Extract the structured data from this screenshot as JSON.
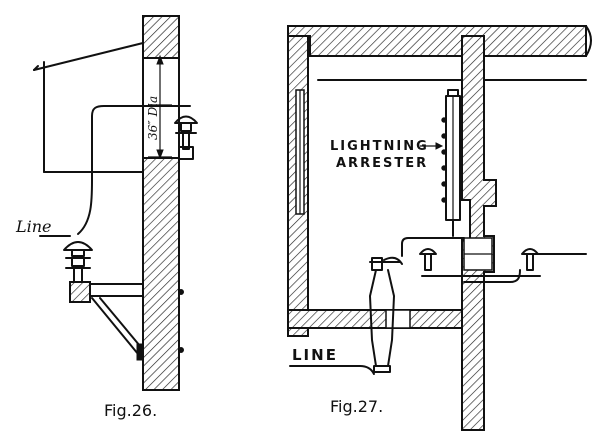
{
  "figures": {
    "fig26": {
      "caption": "Fig.26.",
      "line_label": "Line",
      "dimension_label": "36″ Dia"
    },
    "fig27": {
      "caption": "Fig.27.",
      "line_label": "LINE",
      "arrester_label_1": "LIGHTNING",
      "arrester_label_2": "ARRESTER"
    }
  }
}
